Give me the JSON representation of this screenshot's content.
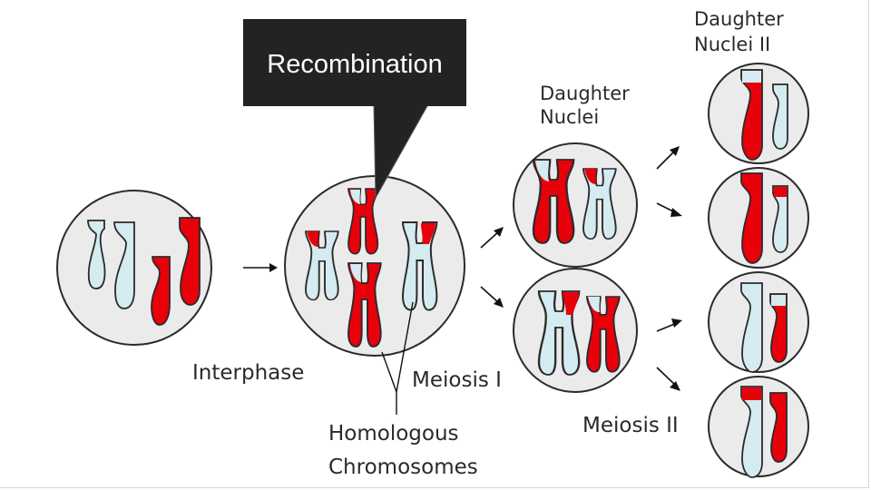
{
  "title": "Meiosis with recombination of homologous chromosomes",
  "colors": {
    "maternal": "#e8000b",
    "paternal": "#d4ebf1",
    "nucleus_fill": "#ebebeb",
    "outline": "#2b2b2b",
    "callout_bg": "#232323",
    "callout_text": "#ffffff"
  },
  "callout": {
    "text": "Recombination"
  },
  "labels": {
    "interphase": "Interphase",
    "meiosis_1": "Meiosis I",
    "meiosis_2": "Meiosis II",
    "homologous_line1": "Homologous",
    "homologous_line2": "Chromosomes",
    "daughter_nuclei_line1": "Daughter",
    "daughter_nuclei_line2": "Nuclei",
    "daughter_nuclei_2_line1": "Daughter",
    "daughter_nuclei_2_line2": "Nuclei II"
  },
  "stages": [
    {
      "name": "Interphase",
      "nuclei": 1
    },
    {
      "name": "Meiosis I",
      "nuclei": 1
    },
    {
      "name": "Daughter Nuclei",
      "nuclei": 2
    },
    {
      "name": "Daughter Nuclei II",
      "nuclei": 4
    }
  ]
}
